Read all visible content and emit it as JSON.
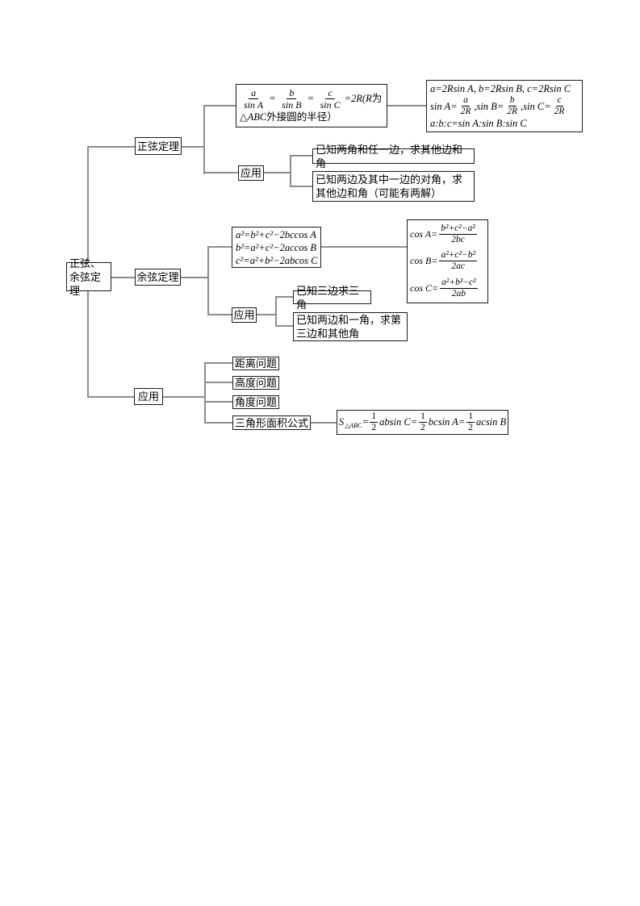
{
  "colors": {
    "connector": "#8c8c8c",
    "box_border": "#1a1a1a",
    "background": "#ffffff",
    "text": "#000000"
  },
  "root": {
    "label": "正弦、余弦定理"
  },
  "sine": {
    "label": "正弦定理",
    "formula": {
      "f1n": "a",
      "f1d": "sin A",
      "eq1": "=",
      "f2n": "b",
      "f2d": "sin B",
      "eq2": "=",
      "f3n": "c",
      "f3d": "sin C",
      "tail": "=2R(R",
      "tail_cjk": "为",
      "line2_sym": "△",
      "line2_latin": "ABC",
      "line2_cjk": "外接圆的半径）"
    },
    "identities": {
      "line1": "a=2Rsin A, b=2Rsin B, c=2Rsin C",
      "l2p1": "sin A=",
      "l2f1n": "a",
      "l2f1d": "2R",
      "l2p2": ",sin B=",
      "l2f2n": "b",
      "l2f2d": "2R",
      "l2p3": ",sin C=",
      "l2f3n": "c",
      "l2f3d": "2R",
      "line3": "a:b:c=sin A:sin B:sin C"
    },
    "app_label": "应用",
    "cases": [
      "已知两角和任一边，求其他边和角",
      "已知两边及其中一边的对角，求其他边和角（可能有两解）"
    ]
  },
  "cosine": {
    "label": "余弦定理",
    "squares": [
      "a²=b²+c²−2bccos A",
      "b²=a²+c²−2accos B",
      "c²=a²+b²−2abcos C"
    ],
    "fracs": [
      {
        "pre": "cos A=",
        "num": "b²+c²−a²",
        "den": "2bc"
      },
      {
        "pre": "cos B=",
        "num": "a²+c²−b²",
        "den": "2ac"
      },
      {
        "pre": "cos C=",
        "num": "a²+b²−c²",
        "den": "2ab"
      }
    ],
    "app_label": "应用",
    "cases": [
      "已知三边求三角",
      "已知两边和一角，求第三边和其他角"
    ]
  },
  "application": {
    "label": "应用",
    "items": [
      "距离问题",
      "高度问题",
      "角度问题",
      "三角形面积公式"
    ],
    "area": {
      "s": "S",
      "sub": "△ABC",
      "eq1": "=",
      "f1n": "1",
      "f1d": "2",
      "t1": "absin C=",
      "f2n": "1",
      "f2d": "2",
      "t2": "bcsin A=",
      "f3n": "1",
      "f3d": "2",
      "t3": "acsin B"
    }
  }
}
